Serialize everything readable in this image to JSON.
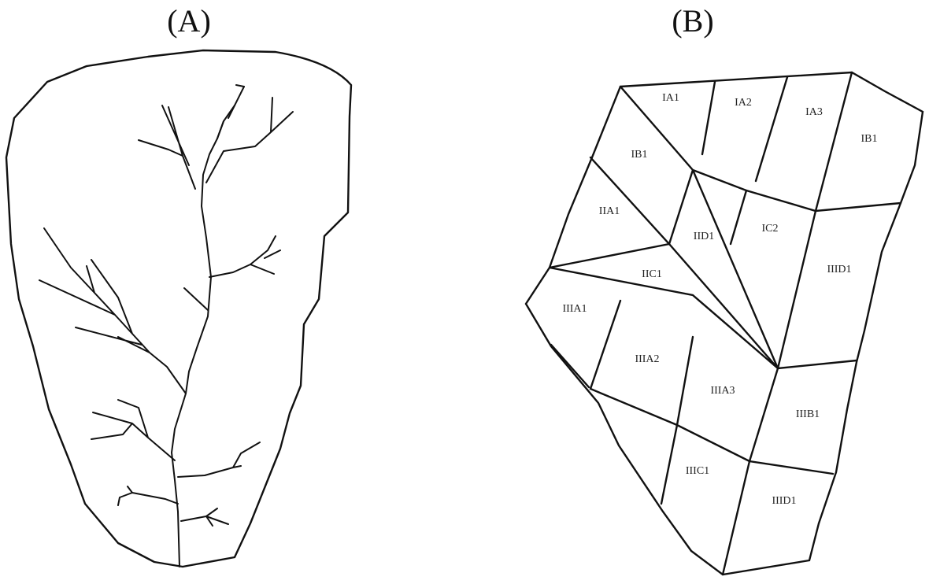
{
  "panel_a": {
    "label": "(A)"
  },
  "panel_b": {
    "label": "(B)",
    "zones": {
      "ia1": "IA1",
      "ia2": "IA2",
      "ia3": "IA3",
      "ib1_top": "IB1",
      "ib1_left": "IB1",
      "iia1": "IIA1",
      "iid1": "IID1",
      "ic2": "IC2",
      "iic1": "IIC1",
      "iiid1_right": "IIID1",
      "iiia1": "IIIA1",
      "iiia2": "IIIA2",
      "iiia3": "IIIA3",
      "iiib1": "IIIB1",
      "iiic1": "IIIC1",
      "iiid1_bottom": "IIID1"
    }
  }
}
